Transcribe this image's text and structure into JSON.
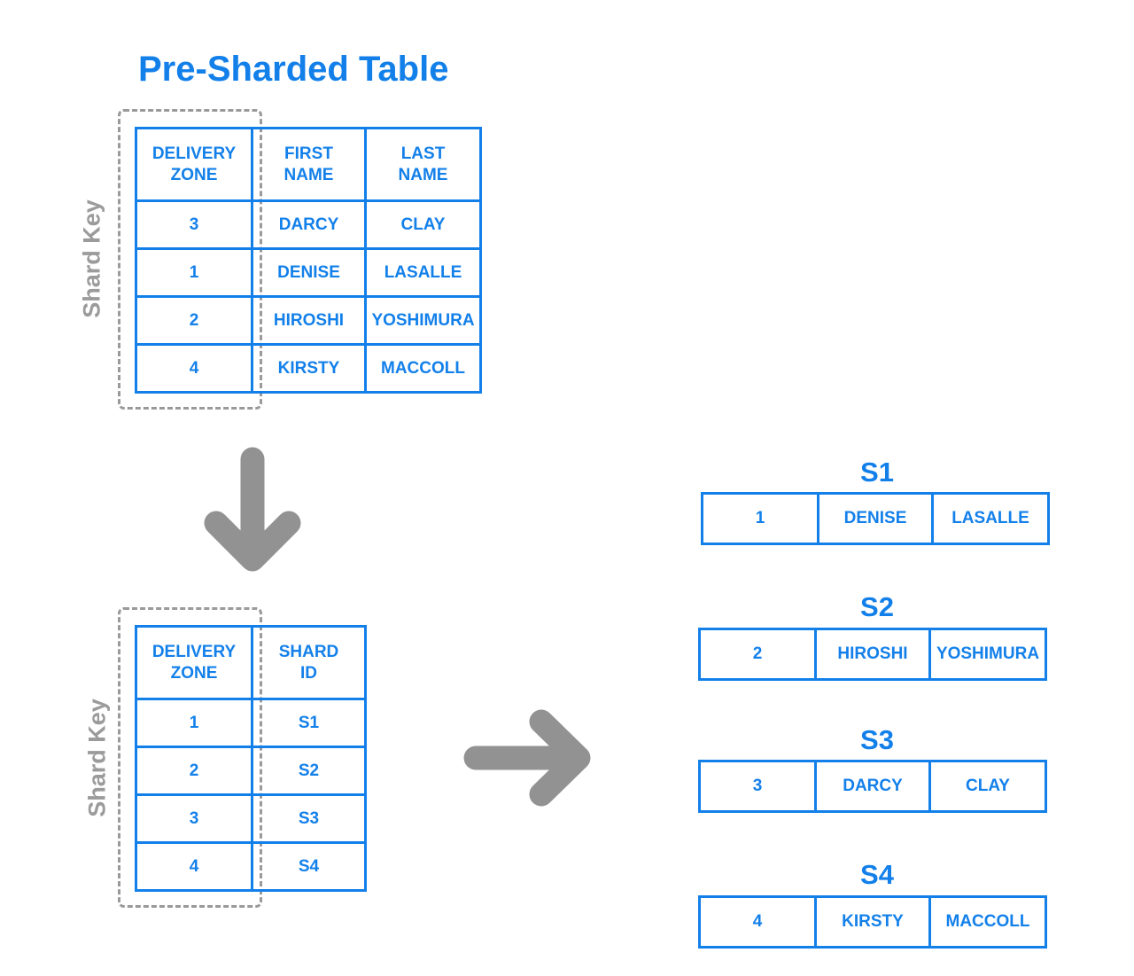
{
  "title": "Pre-Sharded Table",
  "shard_key_label": "Shard Key",
  "main_table": {
    "headers": [
      "DELIVERY\nZONE",
      "FIRST\nNAME",
      "LAST\nNAME"
    ],
    "rows": [
      [
        "3",
        "DARCY",
        "CLAY"
      ],
      [
        "1",
        "DENISE",
        "LASALLE"
      ],
      [
        "2",
        "HIROSHI",
        "YOSHIMURA"
      ],
      [
        "4",
        "KIRSTY",
        "MACCOLL"
      ]
    ]
  },
  "lookup_table": {
    "headers": [
      "DELIVERY\nZONE",
      "SHARD\nID"
    ],
    "rows": [
      [
        "1",
        "S1"
      ],
      [
        "2",
        "S2"
      ],
      [
        "3",
        "S3"
      ],
      [
        "4",
        "S4"
      ]
    ]
  },
  "shards": [
    {
      "name": "S1",
      "row": [
        "1",
        "DENISE",
        "LASALLE"
      ]
    },
    {
      "name": "S2",
      "row": [
        "2",
        "HIROSHI",
        "YOSHIMURA"
      ]
    },
    {
      "name": "S3",
      "row": [
        "3",
        "DARCY",
        "CLAY"
      ]
    },
    {
      "name": "S4",
      "row": [
        "4",
        "KIRSTY",
        "MACCOLL"
      ]
    }
  ],
  "colors": {
    "primary": "#1380ea",
    "arrow": "#929292",
    "dashed": "#9a9a9a"
  },
  "icons": {
    "down_arrow": "arrow-down-icon",
    "right_arrow": "arrow-right-icon"
  }
}
